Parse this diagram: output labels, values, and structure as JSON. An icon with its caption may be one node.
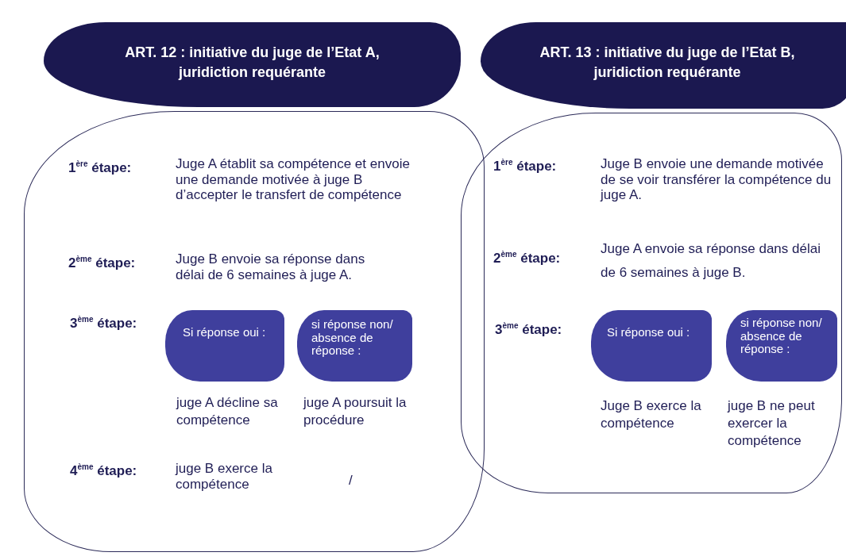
{
  "diagram": {
    "nodes": [
      {
        "text": [
          "ART. 12 : initiative du juge de l’Etat A, juridiction requérante"
        ]
      },
      {
        "text": [
          "1$^{ère}$ étape:",
          "Juge A établit sa compétence et envoie une demande motivée à juge B d’accepter le transfert de compétence",
          "2$^{ème}$ étape:",
          "Juge B envoie sa réponse dans délai de 6 semaines à juge A.",
          "3$^{ème}$ étape:",
          "4$^{ème}$ étape:",
          "juge B exerce la compétence",
          "/"
        ]
      },
      {
        "text": [
          "Si réponse oui :"
        ],
        "in": 1,
        "beside": [
          "juge A décline sa compétence"
        ]
      },
      {
        "text": [
          "si réponse non/ absence de réponse :"
        ],
        "in": 1,
        "beside": [
          "juge A poursuit la procédure"
        ]
      },
      {
        "text": [
          "ART. 13 : initiative du juge de l’Etat B, juridiction requérante"
        ]
      },
      {
        "text": [
          "1$^{ère}$ étape:",
          "Juge B envoie une demande motivée de se voir transférer la compétence du juge A.",
          "2$^{ème}$ étape:",
          "Juge A envoie sa réponse dans délai de 6 semaines à juge B.",
          "3$^{ème}$ étape:"
        ]
      },
      {
        "text": [
          "Si réponse oui :"
        ],
        "in": 5,
        "beside": [
          "Juge B exerce la compétence"
        ]
      },
      {
        "text": [
          "si réponse non/ absence de réponse :"
        ],
        "in": 5,
        "beside": [
          "juge B ne peut exercer la compétence"
        ]
      }
    ]
  }
}
